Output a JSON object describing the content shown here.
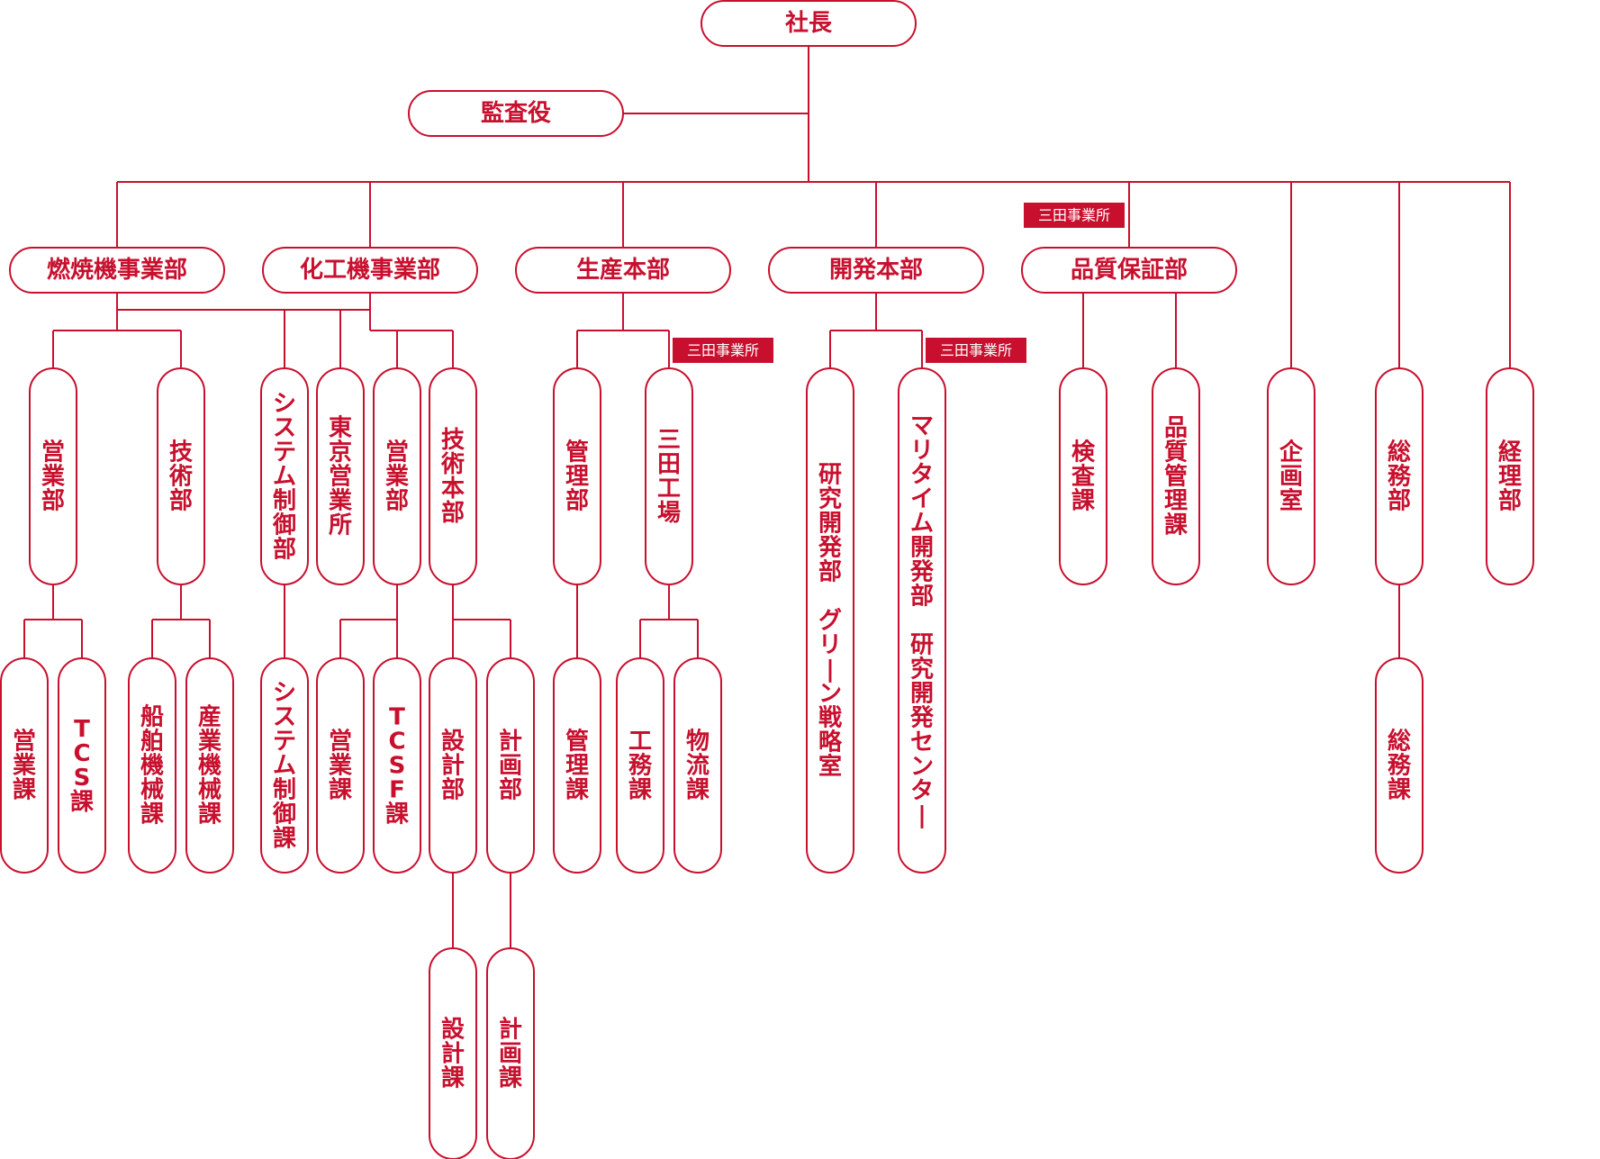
{
  "chart_title": "",
  "colors": {
    "accent": "#c8102e",
    "background": "#ffffff",
    "tag_text": "#ffffff"
  },
  "org": {
    "president": "社長",
    "auditor": "監査役",
    "location_tag": "三田事業所",
    "divisions": {
      "combustion": "燃焼機事業部",
      "chemical": "化工機事業部",
      "production": "生産本部",
      "development": "開発本部",
      "quality": "品質保証部"
    },
    "departments": {
      "comb_sales": "営業部",
      "comb_tech": "技術部",
      "sys_ctrl": "システム制御部",
      "tokyo_sales": "東京営業所",
      "chem_sales": "営業部",
      "chem_tech": "技術本部",
      "mgmt": "管理部",
      "sanda_factory": "三田工場",
      "green": "研究開発部 グリーン戦略室",
      "maritime": "マリタイム開発部 研究開発センター",
      "inspection": "検査課",
      "qc": "品質管理課",
      "planning": "企画室",
      "general": "総務部",
      "accounting": "経理部"
    },
    "sections": {
      "comb_sales_sec": "営業課",
      "tcs": "TCS課",
      "marine": "船舶機械課",
      "industrial": "産業機械課",
      "sys_ctrl_sec": "システム制御課",
      "chem_sales_sec": "営業課",
      "tcsf": "TCSF課",
      "design_dept": "設計部",
      "plan_dept": "計画部",
      "mgmt_sec": "管理課",
      "works": "工務課",
      "logistics": "物流課",
      "general_sec": "総務課",
      "design_sec": "設計課",
      "plan_sec": "計画課"
    }
  }
}
